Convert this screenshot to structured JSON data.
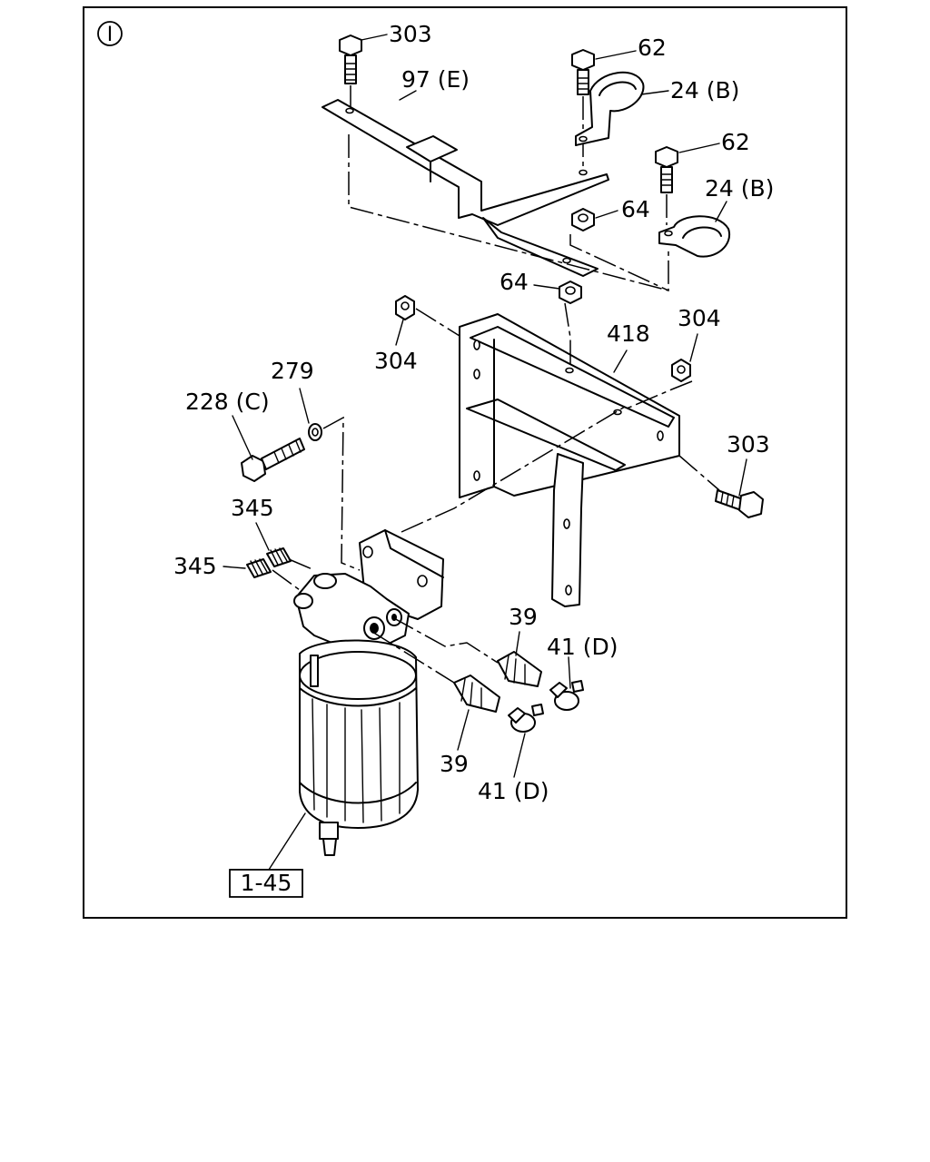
{
  "diagram": {
    "section_marker": "I",
    "callouts": {
      "c303_top": "303",
      "c97e": "97 (E)",
      "c62_top": "62",
      "c24b_top": "24 (B)",
      "c62_mid": "62",
      "c24b_mid": "24 (B)",
      "c64_upper": "64",
      "c64_lower": "64",
      "c304_left": "304",
      "c304_right": "304",
      "c418": "418",
      "c279": "279",
      "c228c": "228 (C)",
      "c303_right": "303",
      "c345_upper": "345",
      "c345_lower": "345",
      "c39_upper": "39",
      "c41d_upper": "41 (D)",
      "c39_lower": "39",
      "c41d_lower": "41 (D)"
    },
    "reference_box": "1-45"
  }
}
